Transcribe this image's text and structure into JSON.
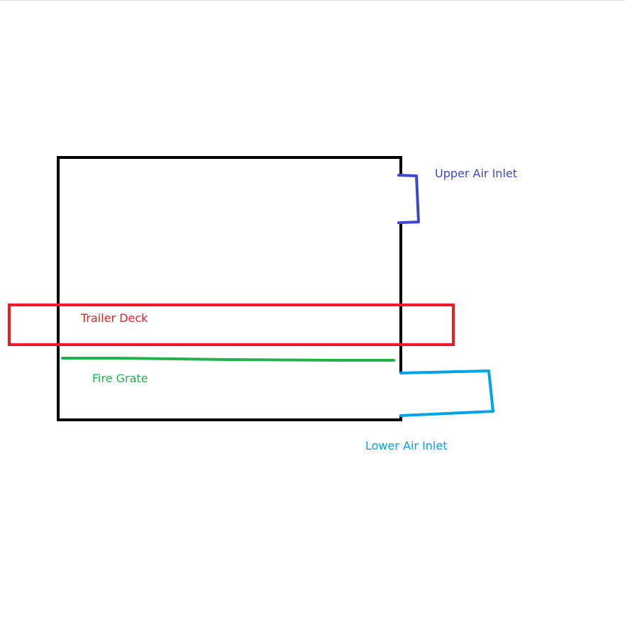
{
  "labels": {
    "upper_air_inlet": "Upper Air Inlet",
    "trailer_deck": "Trailer Deck",
    "fire_grate": "Fire Grate",
    "lower_air_inlet": "Lower Air Inlet"
  },
  "colors": {
    "firebox": "#000000",
    "upper_air_inlet": "#3f48cc",
    "trailer_deck": "#ed1c24",
    "fire_grate": "#22b14c",
    "lower_air_inlet": "#00a2e8",
    "background": "#ffffff"
  }
}
